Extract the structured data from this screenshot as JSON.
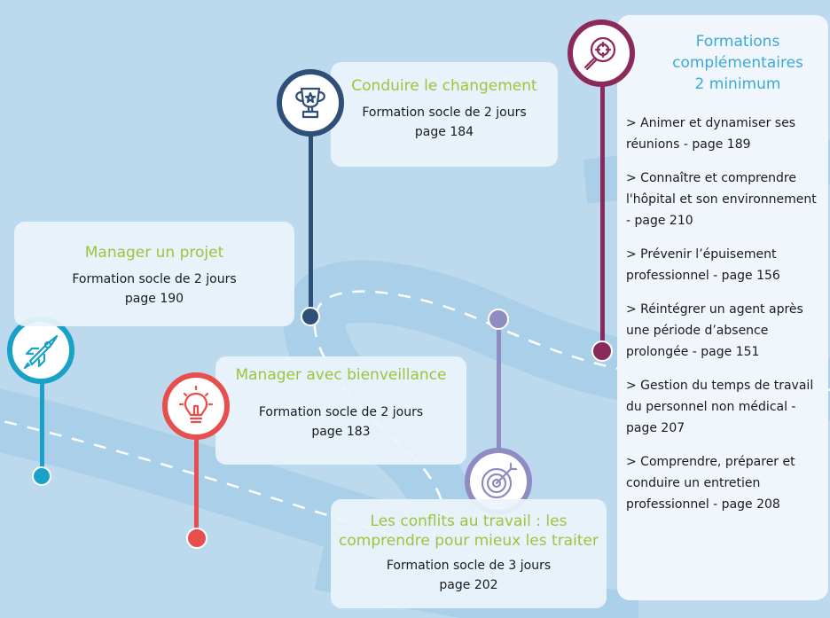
{
  "colors": {
    "road": "#a9cfe9",
    "road_dash": "#ffffff",
    "rocket": "#1aa1c8",
    "bulb": "#e84e4e",
    "trophy": "#2e4f78",
    "target": "#8e8cc0",
    "magnifier": "#8a2a5a",
    "title_green": "#9cc43c",
    "title_blue": "#3aa9d8"
  },
  "steps": [
    {
      "id": "manager-projet",
      "icon": "rocket-icon",
      "title": "Manager un projet",
      "body_line1": "Formation socle de 2 jours",
      "body_line2": "page 190"
    },
    {
      "id": "conduire-changement",
      "icon": "trophy-icon",
      "title": "Conduire le changement",
      "body_line1": "Formation socle de 2 jours",
      "body_line2": "page 184"
    },
    {
      "id": "manager-bienveillance",
      "icon": "lightbulb-icon",
      "title": "Manager avec bienveillance",
      "body_line1": "Formation socle de 2 jours",
      "body_line2": "page 183"
    },
    {
      "id": "conflits-travail",
      "icon": "target-icon",
      "title_line1": "Les conflits au travail : les",
      "title_line2": "comprendre pour mieux les traiter",
      "body_line1": "Formation socle de 3 jours",
      "body_line2": "page 202"
    }
  ],
  "complementary": {
    "icon": "magnifier-icon",
    "title_line1": "Formations",
    "title_line2": "complémentaires",
    "title_line3": "2 minimum",
    "items": [
      "> Animer et dynamiser ses réunions - page 189",
      "> Connaître et comprendre l'hôpital et son environnement - page 210",
      "> Prévenir l’épuisement professionnel - page 156",
      "> Réintégrer un agent après une période d’absence prolongée - page 151",
      "> Gestion du temps de travail du personnel non médical - page 207",
      "> Comprendre, préparer et conduire un entretien professionnel  - page 208"
    ]
  }
}
